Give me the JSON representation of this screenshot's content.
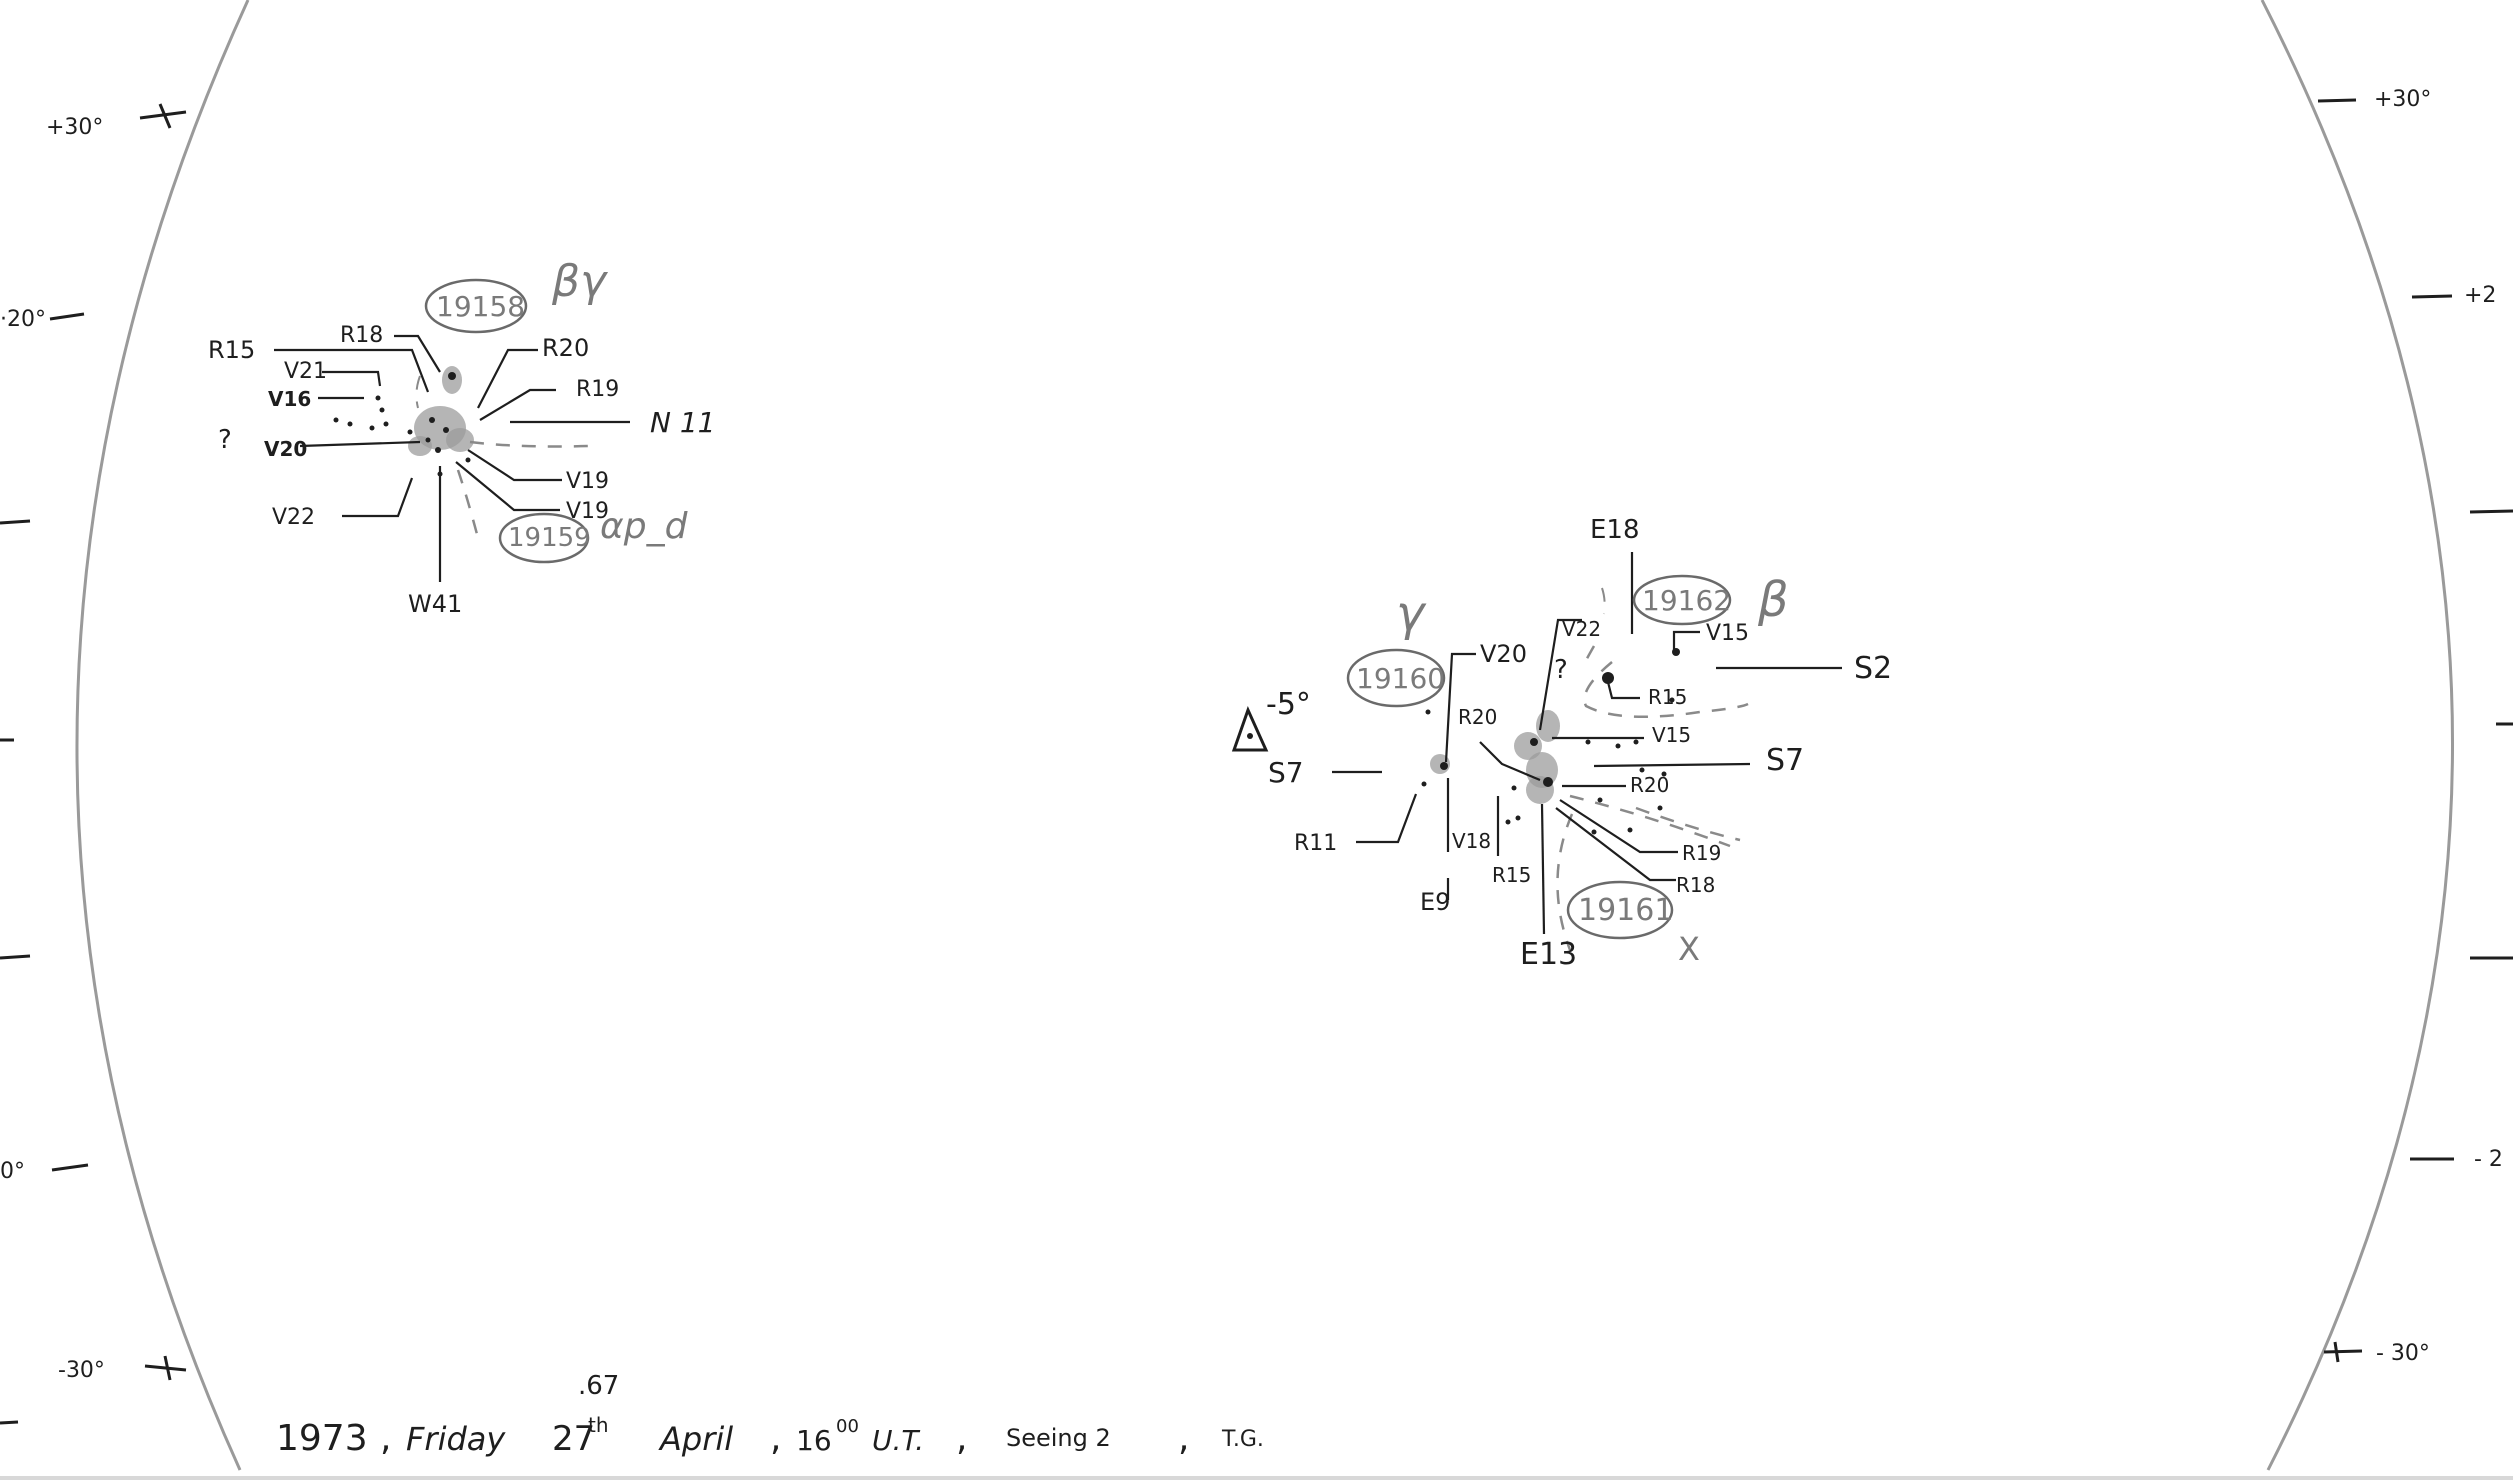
{
  "disk": {
    "lat_left": [
      "+30°",
      "·20°",
      "0°",
      "-30°"
    ],
    "lat_right": [
      "+30°",
      "+2",
      "- 2",
      "- 30°"
    ]
  },
  "group_left": {
    "region_a": "19158",
    "region_a_class": "βγ",
    "region_b": "19159",
    "region_b_class": "αp_d",
    "labels": {
      "r15": "R15",
      "r18": "R18",
      "r20": "R20",
      "r19": "R19",
      "v21": "V21",
      "v16": "V16",
      "q": "?",
      "v20": "V20",
      "n11": "N 11",
      "v19a": "V19",
      "v19b": "V19",
      "v22": "V22",
      "w41": "W41"
    }
  },
  "group_right": {
    "region_c": "19160",
    "region_c_class": "γ",
    "region_d": "19162",
    "region_d_class": "β",
    "region_e": "19161",
    "region_e_class": "X",
    "minus5": "-5°",
    "labels": {
      "e18": "E18",
      "v22": "V22",
      "v15a": "V15",
      "s2": "S2",
      "v20": "V20",
      "q": "?",
      "r15a": "R15",
      "v15b": "V15",
      "r20a": "R20",
      "s7a": "S7",
      "s7b": "S7",
      "r20b": "R20",
      "r11": "R11",
      "v18": "V18",
      "r15b": "R15",
      "r19": "R19",
      "r18": "R18",
      "e9": "E9",
      "e13": "E13"
    }
  },
  "footer": {
    "year": "1973",
    "day": "Friday",
    "date": "27",
    "date_sup": "th",
    "date_frac": ".67",
    "month": "April",
    "time": "16",
    "time_sup": "00",
    "ut": "U.T.",
    "seeing": "Seeing 2",
    "initials": "T.G.",
    "sep": ","
  }
}
